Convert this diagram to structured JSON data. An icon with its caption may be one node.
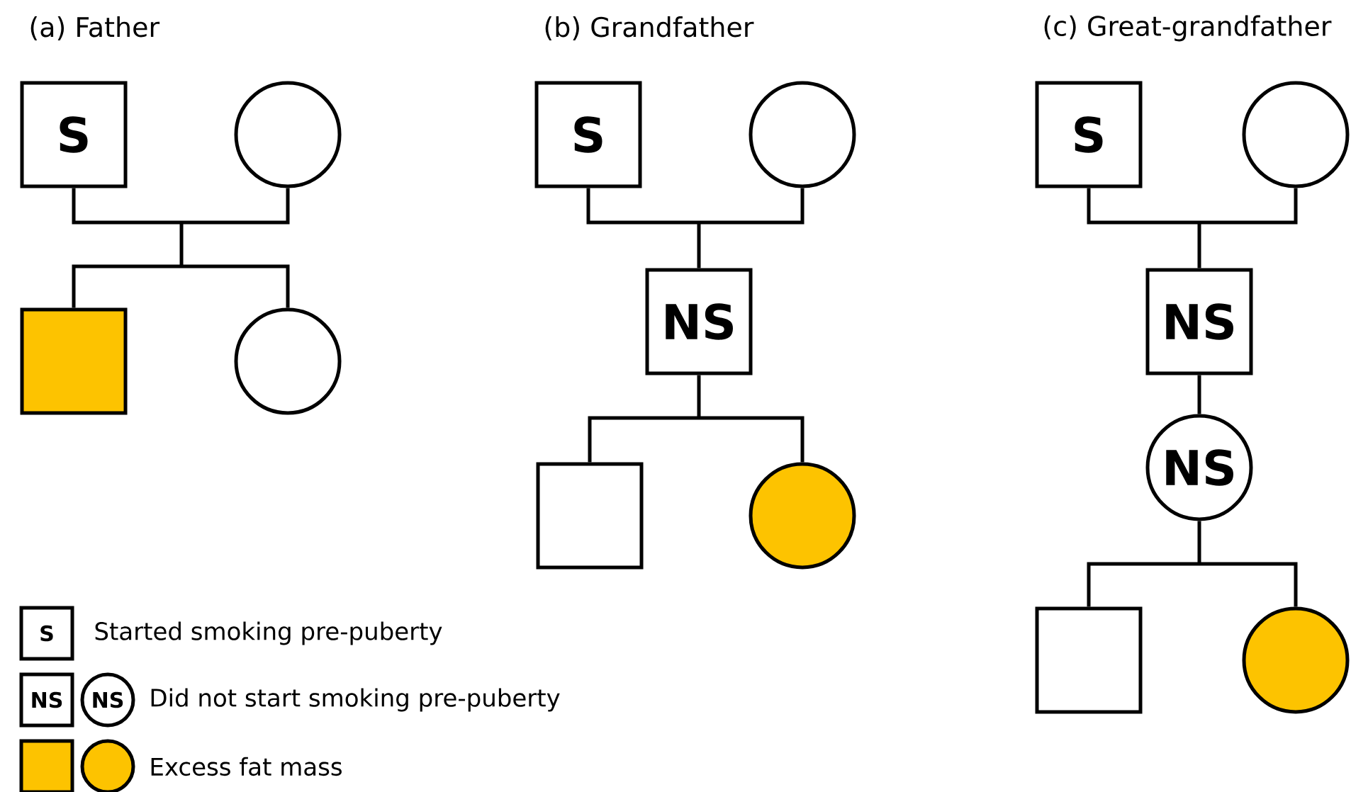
{
  "diagram": {
    "nodes": [
      {
        "text": [
          "S"
        ]
      },
      {
        "text": [],
        "shape": "circle"
      },
      {
        "text": [],
        "shape": "box"
      },
      {
        "text": [],
        "shape": "circle"
      },
      {
        "text": [
          "S"
        ]
      },
      {
        "text": [],
        "shape": "circle"
      },
      {
        "text": [
          "NS"
        ]
      },
      {
        "text": [],
        "shape": "box"
      },
      {
        "text": [],
        "shape": "circle"
      },
      {
        "text": [
          "S"
        ]
      },
      {
        "text": [],
        "shape": "circle"
      },
      {
        "text": [
          "NS"
        ]
      },
      {
        "text": [
          "NS"
        ]
      },
      {
        "text": [],
        "shape": "box"
      },
      {
        "text": [],
        "shape": "circle"
      }
    ],
    "edges": [
      {
        "from": 0,
        "to": 2,
        "arrow": "none"
      },
      {
        "from": 0,
        "to": 3,
        "arrow": "none"
      },
      {
        "from": 1,
        "to": 2,
        "arrow": "none"
      },
      {
        "from": 1,
        "to": 3,
        "arrow": "none"
      },
      {
        "from": 4,
        "to": 6,
        "arrow": "none"
      },
      {
        "from": 5,
        "to": 6,
        "arrow": "none"
      },
      {
        "from": 6,
        "to": 7,
        "arrow": "none"
      },
      {
        "from": 6,
        "to": 8,
        "arrow": "none"
      },
      {
        "from": 9,
        "to": 11,
        "arrow": "none"
      },
      {
        "from": 10,
        "to": 11,
        "arrow": "none"
      },
      {
        "from": 11,
        "to": 12,
        "arrow": "none"
      },
      {
        "from": 12,
        "to": 13,
        "arrow": "none"
      },
      {
        "from": 12,
        "to": 14,
        "arrow": "none"
      }
    ],
    "labels": [
      "(a) Father",
      "(b) Grandfather",
      "(c) Great-grandfather",
      "S",
      "NS",
      "NS"
    ],
    "legend": [
      {
        "text": "Started smoking pre-puberty"
      },
      {
        "text": "Did not start smoking pre-puberty"
      },
      {
        "text": "Excess fat mass",
        "color": "#fdc300"
      }
    ]
  }
}
